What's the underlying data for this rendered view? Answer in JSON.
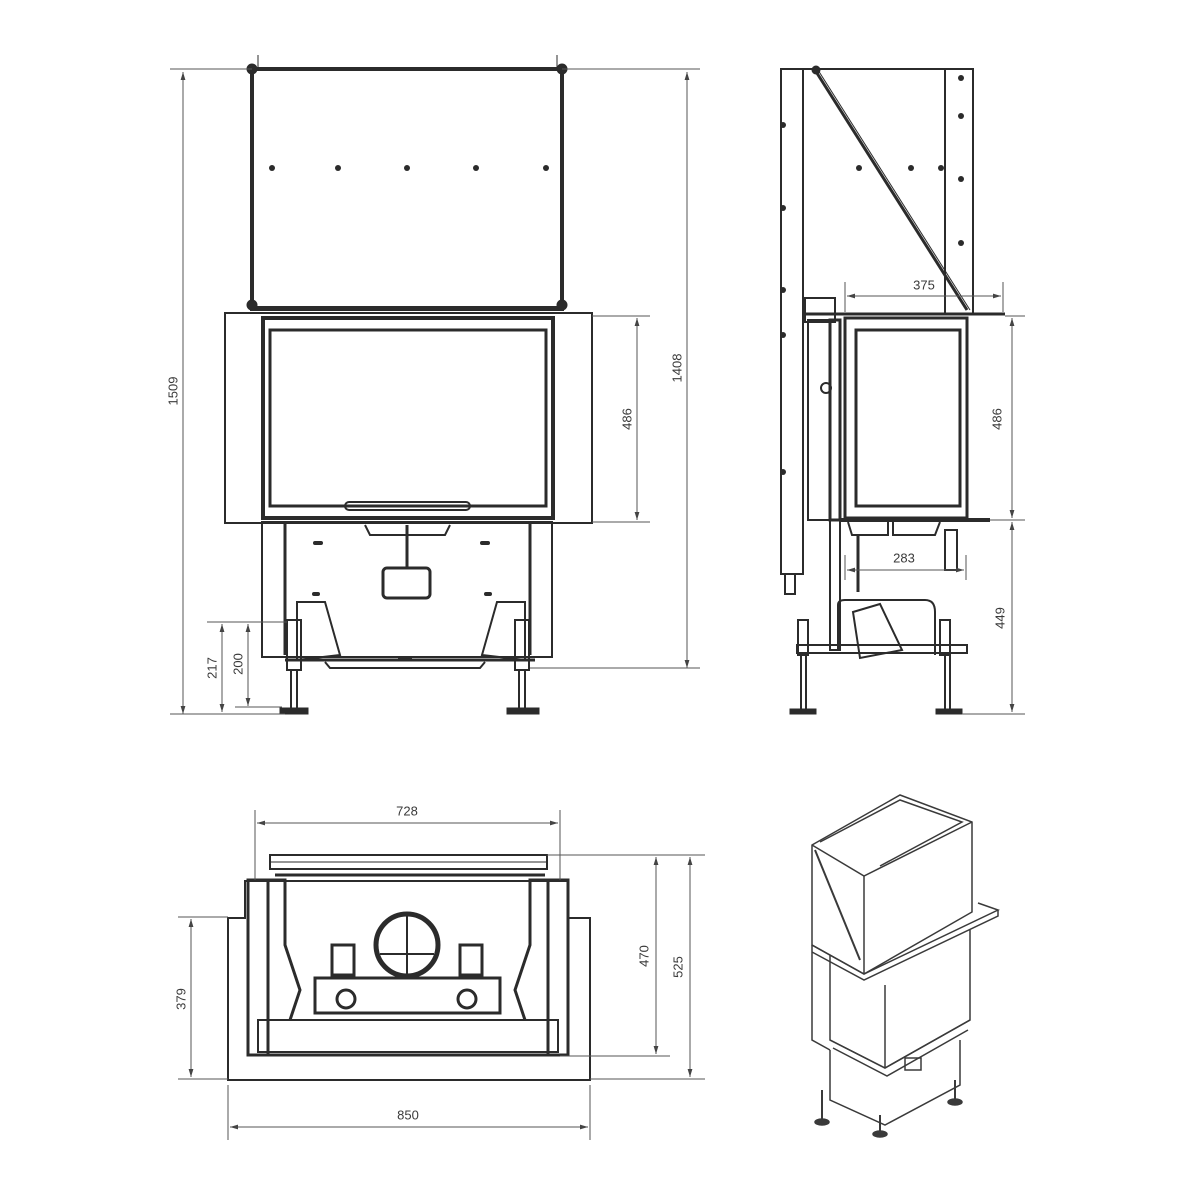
{
  "drawing": {
    "subject": "Fireplace insert technical drawing",
    "line_color": "#2b2b2b",
    "dim_line_color": "#555555",
    "background": "#ffffff"
  },
  "views": {
    "front": {
      "label": "front-view",
      "dimensions": {
        "total_height": "1509",
        "body_height": "1408",
        "door_height": "486",
        "leg_height_217": "217",
        "leg_height_200": "200"
      }
    },
    "side": {
      "label": "side-view",
      "dimensions": {
        "top_depth": "375",
        "door_height": "486",
        "lower_depth": "283",
        "lower_height": "449"
      }
    },
    "top": {
      "label": "top-view",
      "dimensions": {
        "inner_width": "728",
        "outer_width": "850",
        "side_depth": "379",
        "depth_470": "470",
        "depth_525": "525"
      }
    },
    "isometric": {
      "label": "isometric-view"
    }
  }
}
